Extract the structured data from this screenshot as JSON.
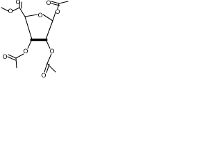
{
  "structure": {
    "colors": {
      "ink": "#000000",
      "background": "#ffffff"
    },
    "atoms": [
      {
        "id": "ester-carbonyl-o",
        "label": "O"
      },
      {
        "id": "ester-methoxy-o",
        "label": "O"
      },
      {
        "id": "acetyl-1-carbonyl-o",
        "label": "O"
      },
      {
        "id": "ring-o",
        "label": "O"
      },
      {
        "id": "anomeric-ester-o",
        "label": "O"
      },
      {
        "id": "c3-ester-o",
        "label": "O"
      },
      {
        "id": "c2-ester-o",
        "label": "O"
      },
      {
        "id": "acetyl-3-carbonyl-o",
        "label": "O"
      },
      {
        "id": "acetyl-2-carbonyl-o",
        "label": "O"
      }
    ]
  }
}
